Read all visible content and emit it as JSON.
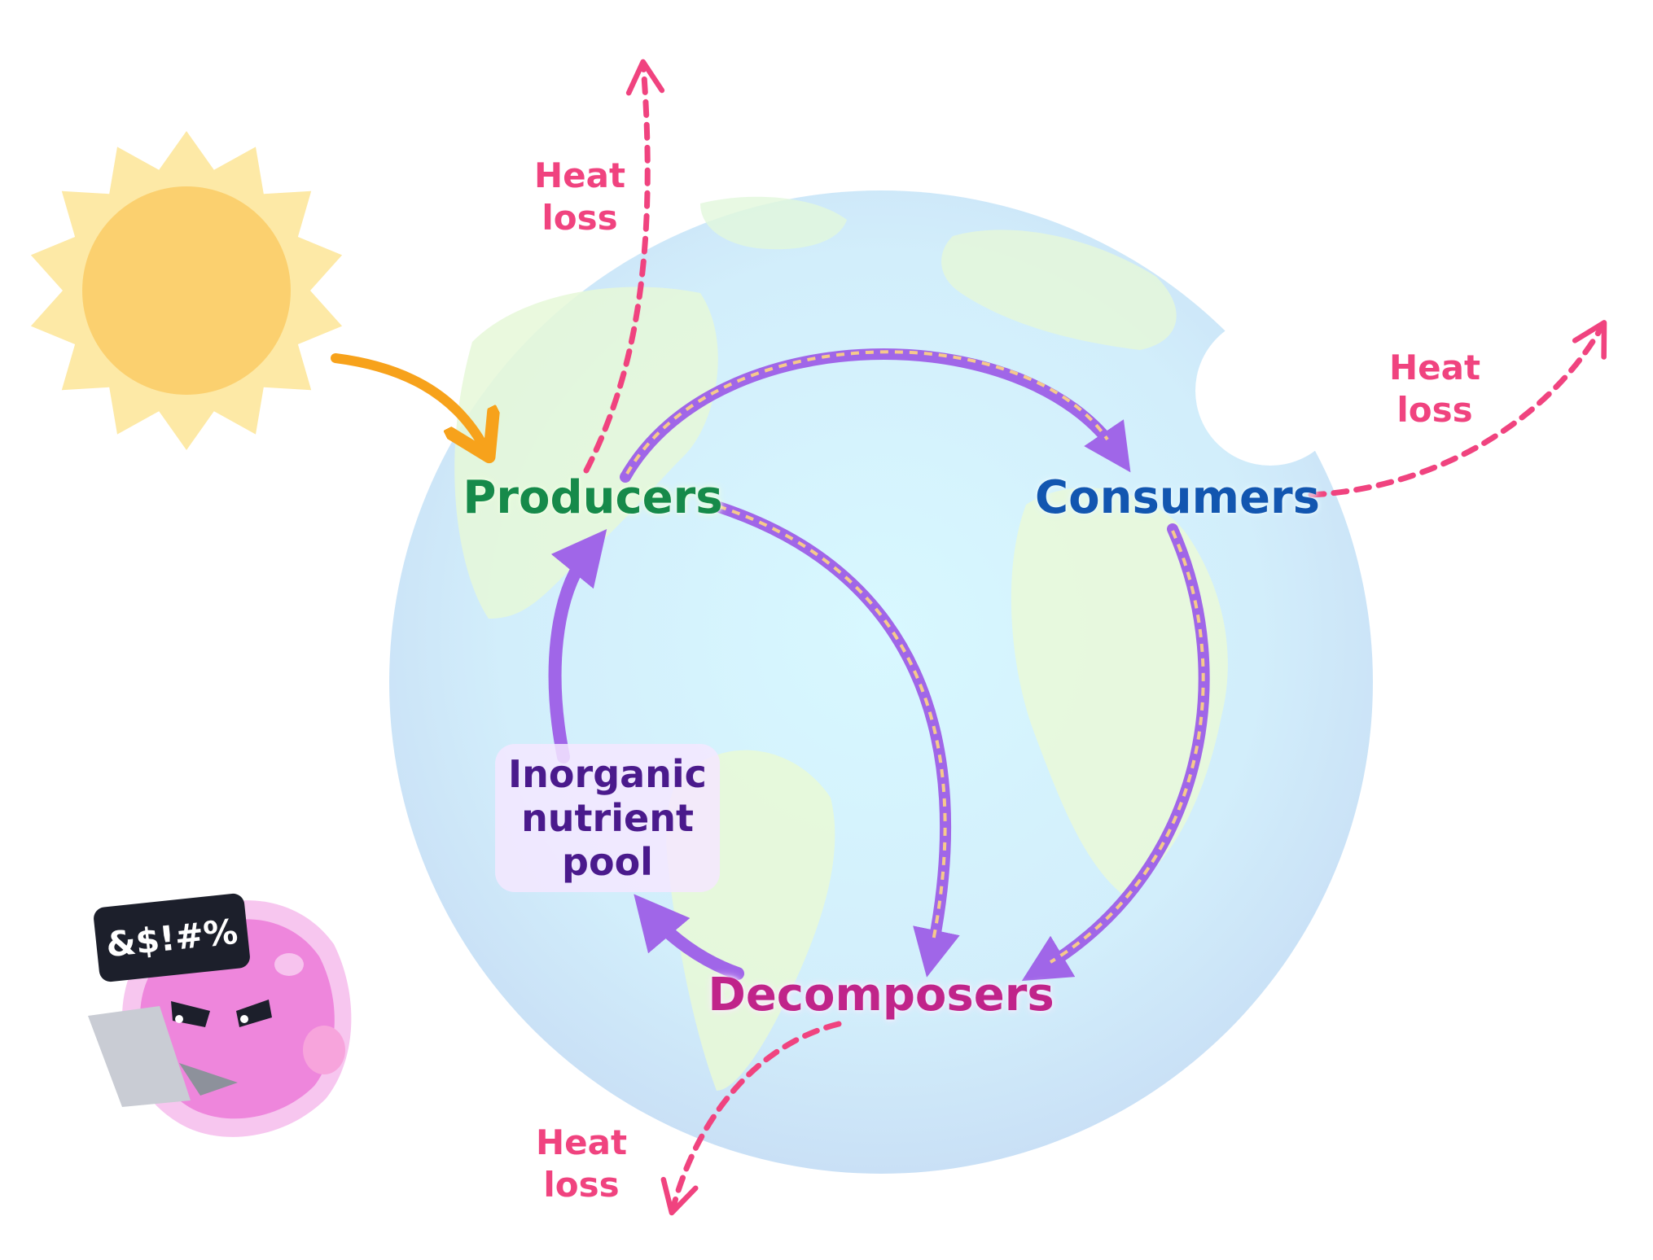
{
  "nodes": {
    "producers": "Producers",
    "consumers": "Consumers",
    "decomposers": "Decomposers",
    "pool": [
      "Inorganic",
      "nutrient",
      "pool"
    ]
  },
  "heat_loss": {
    "top": [
      "Heat",
      "loss"
    ],
    "right": [
      "Heat",
      "loss"
    ],
    "bottom": [
      "Heat",
      "loss"
    ]
  },
  "mascot": {
    "speech": "&$!#%"
  },
  "colors": {
    "producers": "#168a4a",
    "consumers": "#1256b0",
    "decomposers": "#c0248a",
    "pool": "#4a1a8c",
    "cycle_arrow": "#a066e8",
    "energy_dash": "#f6c98b",
    "heat": "#f0437f",
    "sun_arrow": "#f7a21b"
  }
}
